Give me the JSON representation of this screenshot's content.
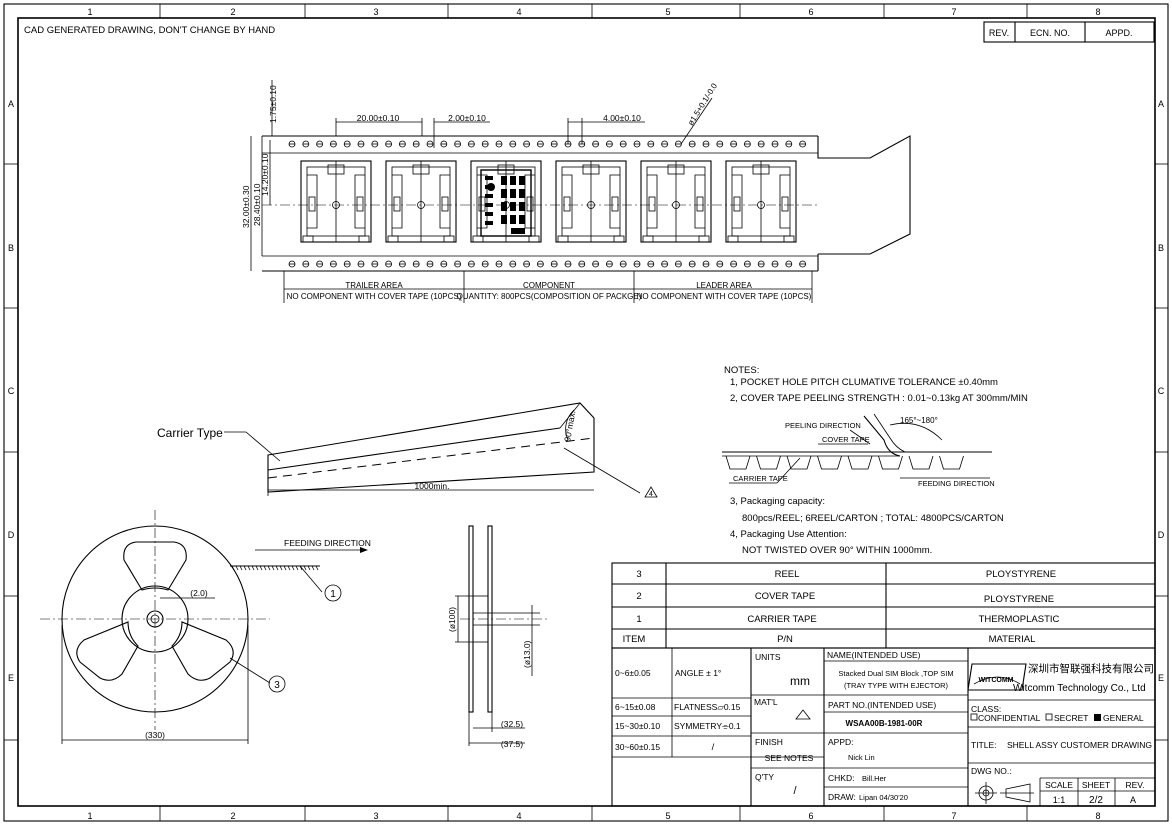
{
  "header": {
    "cad_note": "CAD GENERATED DRAWING, DON'T CHANGE BY HAND",
    "rev_label": "REV.",
    "ecn_label": "ECN. NO.",
    "appd_label": "APPD."
  },
  "grid": {
    "columns": [
      "1",
      "2",
      "3",
      "4",
      "5",
      "6",
      "7",
      "8"
    ],
    "rows": [
      "A",
      "B",
      "C",
      "D",
      "E"
    ]
  },
  "tape": {
    "dim_pitch": "20.00±0.10",
    "dim_sprocket_to_pocket": "2.00±0.10",
    "dim_sprocket_pitch": "4.00±0.10",
    "dim_hole": "ø1.5+0.1/-0.0",
    "dim_edge": "1.75±0.10",
    "dim_width": "32.00±0.30",
    "dim_pocket_span": "28.40±0.10",
    "dim_center": "14.20±0.10",
    "trailer_label": "TRAILER AREA",
    "trailer_desc": "NO COMPONENT WITH COVER TAPE (10PCS)",
    "component_label": "COMPONENT",
    "component_desc": "QUANTITY: 800PCS(COMPOSITION OF PACKGE)",
    "leader_label": "LEADER AREA",
    "leader_desc": "NO COMPONENT WITH COVER TAPE (10PCS)"
  },
  "carrier": {
    "label": "Carrier Type",
    "length": "1000min.",
    "angle": "90°max.",
    "flag": "4"
  },
  "notes": {
    "title": "NOTES:",
    "n1": "1, POCKET HOLE PITCH CLUMATIVE TOLERANCE ±0.40mm",
    "n2": "2, COVER TAPE PEELING STRENGTH : 0.01~0.13kg AT 300mm/MIN",
    "angle": "165°~180°",
    "peeling": "PEELING DIRECTION",
    "cover_tape": "COVER TAPE",
    "carrier_tape": "CARRIER TAPE",
    "feeding": "FEEDING DIRECTION",
    "n3": "3, Packaging capacity:",
    "n3_detail": "800pcs/REEL;   6REEL/CARTON ; TOTAL: 4800PCS/CARTON",
    "n4": "4, Packaging Use Attention:",
    "n4_detail": "NOT TWISTED OVER 90° WITHIN 1000mm."
  },
  "reel": {
    "feeding": "FEEDING DIRECTION",
    "balloon_1": "1",
    "balloon_3": "3",
    "dim_hub": "(2.0)",
    "dim_outer": "(330)",
    "dim_bore": "(ø100)",
    "dim_shaft": "(ø13.0)",
    "dim_width_inner": "(32.5)",
    "dim_width_outer": "(37.5)"
  },
  "bom": [
    {
      "item": "3",
      "pn": "REEL",
      "material": "PLOYSTYRENE"
    },
    {
      "item": "2",
      "pn": "COVER TAPE",
      "material": "PLOYSTYRENE"
    },
    {
      "item": "1",
      "pn": "CARRIER TAPE",
      "material": "THERMOPLASTIC"
    }
  ],
  "bom_header": {
    "item": "ITEM",
    "pn": "P/N",
    "material": "MATERIAL"
  },
  "tolerances": [
    {
      "range": "0~6±0.05",
      "label": "ANGLE  ±  1°"
    },
    {
      "range": "6~15±0.08",
      "label": "FLATNESS⏥0.15"
    },
    {
      "range": "15~30±0.10",
      "label": "SYMMETRY⌯0.1"
    },
    {
      "range": "30~60±0.15",
      "label": "/"
    }
  ],
  "title_block": {
    "units_label": "UNITS",
    "units_value": "mm",
    "matl_label": "MAT'L",
    "finish_label": "FINISH",
    "finish_value": "SEE NOTES",
    "qty_label": "Q'TY",
    "qty_value": "/",
    "name_label": "NAME(INTENDED USE)",
    "name_line1": "Stacked Dual SIM Block ,TOP SIM",
    "name_line2": "(TRAY TYPE WITH EJECTOR)",
    "partno_label": "PART NO.(INTENDED USE)",
    "partno_value": "WSAA00B-1981-00R",
    "appd_label": "APPD:",
    "appd_value": "Nick Lin",
    "chkd_label": "CHKD:",
    "chkd_value": "Bill.Her",
    "draw_label": "DRAW:",
    "draw_value": "Lipan 04/30'20",
    "company_cn": "深圳市智联强科技有限公司",
    "company_en": "Witcomm Technology Co., Ltd",
    "logo_text": "WITCOMM",
    "class_label": "CLASS:",
    "class_confidential": "CONFIDENTIAL",
    "class_secret": "SECRET",
    "class_general": "GENERAL",
    "title_label": "TITLE:",
    "title_value": "SHELL ASSY CUSTOMER DRAWING",
    "dwg_label": "DWG NO.:",
    "scale_label": "SCALE",
    "scale_value": "1:1",
    "sheet_label": "SHEET",
    "sheet_value": "2/2",
    "rev_label": "REV.",
    "rev_value": "A"
  }
}
